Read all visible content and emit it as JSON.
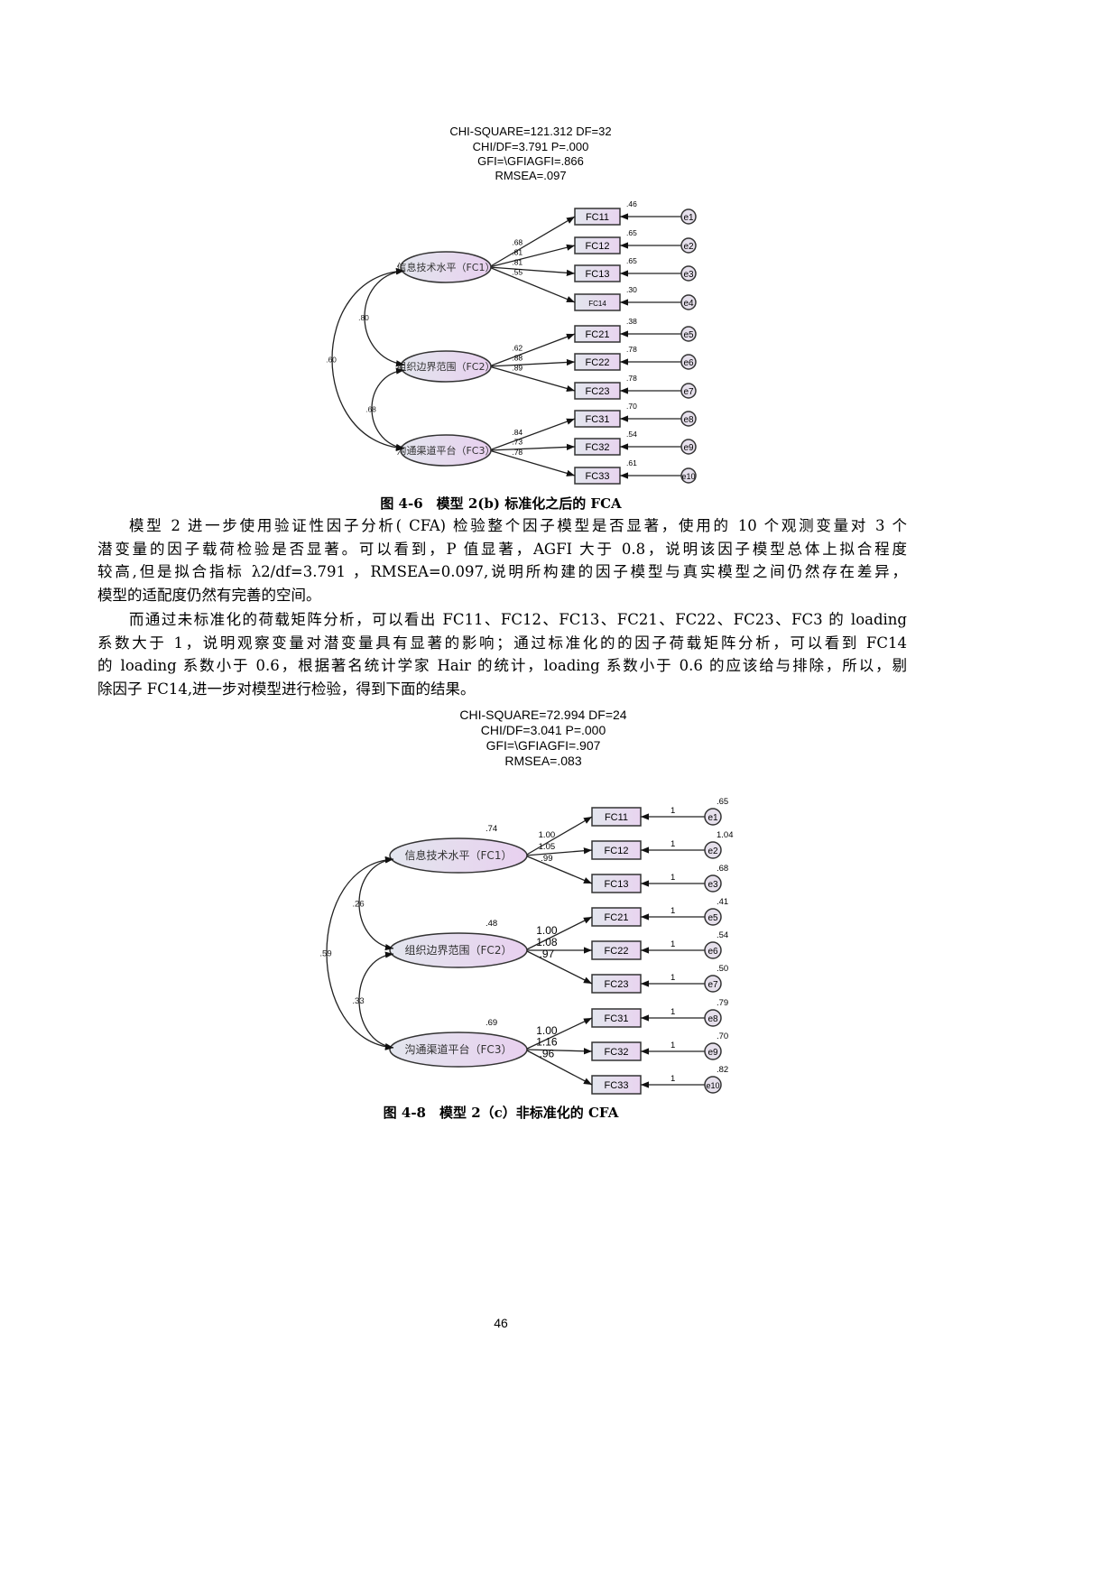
{
  "figures": [
    {
      "fit": [
        "CHI-SQUARE=121.312 DF=32",
        "CHI/DF=3.791 P=.000",
        "GFI=\\GFIAGFI=.866",
        "RMSEA=.097"
      ],
      "latents": [
        {
          "label": "信息技术水平（FC1）",
          "indicators": [
            0,
            1,
            2,
            3
          ]
        },
        {
          "label": "组织边界范围（FC2）",
          "indicators": [
            4,
            5,
            6
          ]
        },
        {
          "label": "沟通渠道平台（FC3）",
          "indicators": [
            7,
            8,
            9
          ]
        }
      ],
      "indicators": [
        {
          "name": "FC11",
          "loading": ".68",
          "r2": ".46",
          "error": "e1"
        },
        {
          "name": "FC12",
          "loading": ".81",
          "r2": ".65",
          "error": "e2"
        },
        {
          "name": "FC13",
          "loading": ".81",
          "r2": ".65",
          "error": "e3"
        },
        {
          "name": "FC14",
          "loading": ".55",
          "r2": ".30",
          "error": "e4"
        },
        {
          "name": "FC21",
          "loading": ".62",
          "r2": ".38",
          "error": "e5"
        },
        {
          "name": "FC22",
          "loading": ".88",
          "r2": ".78",
          "error": "e6"
        },
        {
          "name": "FC23",
          "loading": ".89",
          "r2": ".78",
          "error": "e7"
        },
        {
          "name": "FC31",
          "loading": ".84",
          "r2": ".70",
          "error": "e8"
        },
        {
          "name": "FC32",
          "loading": ".73",
          "r2": ".54",
          "error": "e9"
        },
        {
          "name": "FC33",
          "loading": ".78",
          "r2": ".61",
          "error": "e10"
        }
      ],
      "covariances": [
        {
          "from": 0,
          "to": 1,
          "value": ".80"
        },
        {
          "from": 0,
          "to": 2,
          "value": ".60"
        },
        {
          "from": 1,
          "to": 2,
          "value": ".68"
        }
      ],
      "caption": "图 4-6　模型 2(b) 标准化之后的 FCA"
    },
    {
      "fit": [
        "CHI-SQUARE=72.994 DF=24",
        "CHI/DF=3.041 P=.000",
        "GFI=\\GFIAGFI=.907",
        "RMSEA=.083"
      ],
      "latents": [
        {
          "label": "信息技术水平（FC1）",
          "variance": ".74",
          "indicators": [
            0,
            1,
            2
          ]
        },
        {
          "label": "组织边界范围（FC2）",
          "variance": ".48",
          "indicators": [
            3,
            4,
            5
          ]
        },
        {
          "label": "沟通渠道平台（FC3）",
          "variance": ".69",
          "indicators": [
            6,
            7,
            8
          ]
        }
      ],
      "indicators": [
        {
          "name": "FC11",
          "loading": "1.00",
          "r2": ".65",
          "error": "e1",
          "weight": "1"
        },
        {
          "name": "FC12",
          "loading": "1.05",
          "r2": "1.04",
          "error": "e2",
          "weight": "1"
        },
        {
          "name": "FC13",
          "loading": ".99",
          "r2": ".68",
          "error": "e3",
          "weight": "1"
        },
        {
          "name": "FC21",
          "loading": "1.00",
          "r2": ".41",
          "error": "e5",
          "weight": "1"
        },
        {
          "name": "FC22",
          "loading": "1.08",
          "r2": ".54",
          "error": "e6",
          "weight": "1"
        },
        {
          "name": "FC23",
          "loading": ".97",
          "r2": ".50",
          "error": "e7",
          "weight": "1"
        },
        {
          "name": "FC31",
          "loading": "1.00",
          "r2": ".79",
          "error": "e8",
          "weight": "1"
        },
        {
          "name": "FC32",
          "loading": "1.16",
          "r2": ".70",
          "error": "e9",
          "weight": "1"
        },
        {
          "name": "FC33",
          "loading": ".96",
          "r2": ".82",
          "error": "e10",
          "weight": "1"
        }
      ],
      "covariances": [
        {
          "from": 0,
          "to": 1,
          "value": ".26"
        },
        {
          "from": 0,
          "to": 2,
          "value": ".59"
        },
        {
          "from": 1,
          "to": 2,
          "value": ".33"
        }
      ],
      "caption": "图 4-8　模型 2（c）非标准化的 CFA"
    }
  ],
  "paragraphs": [
    [
      "模型 2 进一步使用验证性因子分析( CFA) 检验整个因子模型是否显著，使用的 10 个观测变量对 3 个",
      "潜变量的因子载荷检验是否显著。可以看到，P 值显著，AGFI 大于 0.8，说明该因子模型总体上拟合程度",
      "较高,但是拟合指标 λ2/df=3.791 ，RMSEA=0.097,说明所构建的因子模型与真实模型之间仍然存在差异，",
      "模型的适配度仍然有完善的空间。"
    ],
    [
      "而通过未标准化的荷载矩阵分析，可以看出 FC11、FC12、FC13、FC21、FC22、FC23、FC3 的 loading",
      "系数大于 1，说明观察变量对潜变量具有显著的影响；通过标准化的的因子荷载矩阵分析，可以看到 FC14",
      "的 loading 系数小于 0.6，根据著名统计学家 Hair 的统计，loading 系数小于 0.6 的应该给与排除，所以，剔",
      "除因子 FC14,进一步对模型进行检验，得到下面的结果。"
    ]
  ],
  "page_number": "46",
  "colors": {
    "box_fill_start": "#e3e6ee",
    "box_fill_end": "#e8d4ef",
    "stroke": "#333333"
  }
}
